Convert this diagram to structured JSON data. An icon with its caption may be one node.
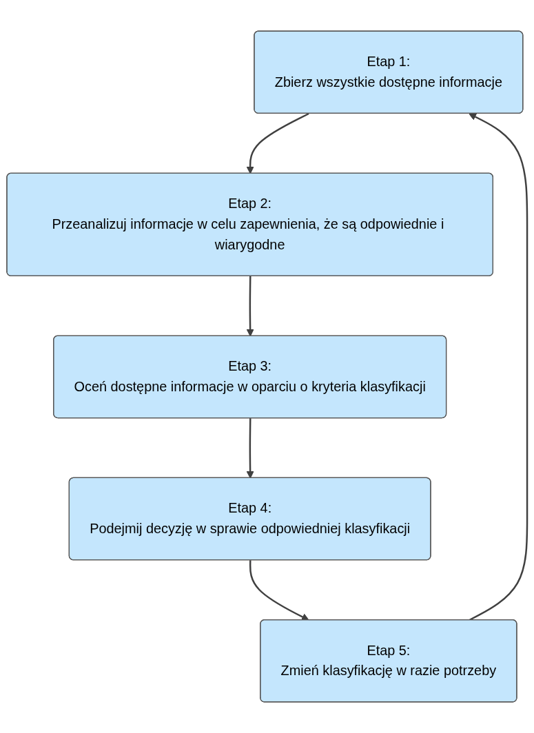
{
  "diagram": {
    "nodes": [
      {
        "text": [
          "Etap 1:",
          "Zbierz wszystkie dostępne informacje"
        ]
      },
      {
        "text": [
          "Etap 2:",
          "Przeanalizuj informacje w celu zapewnienia, że są odpowiednie i wiarygodne"
        ]
      },
      {
        "text": [
          "Etap 3:",
          "Oceń dostępne informacje w oparciu o kryteria klasyfikacji"
        ]
      },
      {
        "text": [
          "Etap 4:",
          "Podejmij decyzję w sprawie odpowiedniej klasyfikacji"
        ]
      },
      {
        "text": [
          "Etap 5:",
          "Zmień klasyfikację w razie potrzeby"
        ]
      }
    ],
    "edges": [
      {
        "from": 0,
        "to": 1,
        "arrow": "to"
      },
      {
        "from": 1,
        "to": 2,
        "arrow": "to"
      },
      {
        "from": 2,
        "to": 3,
        "arrow": "to"
      },
      {
        "from": 3,
        "to": 4,
        "arrow": "to"
      },
      {
        "from": 4,
        "to": 0,
        "arrow": "to"
      }
    ]
  }
}
